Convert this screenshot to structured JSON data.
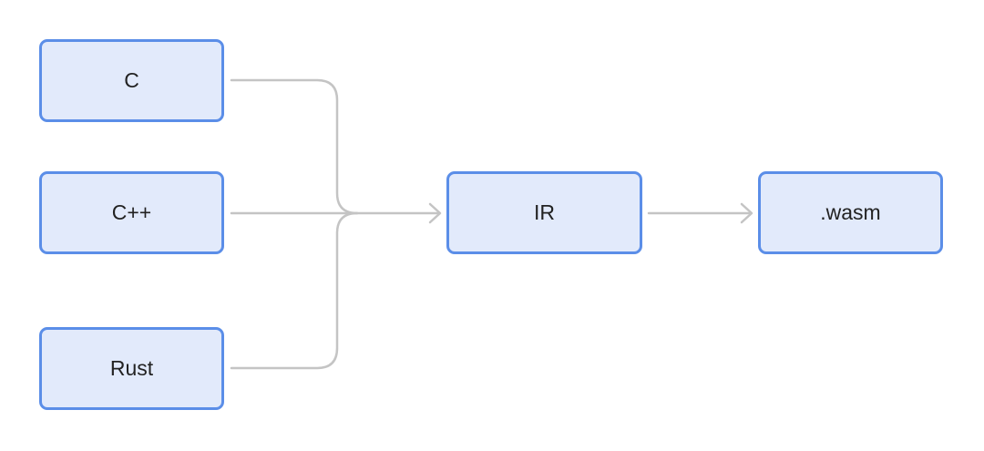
{
  "nodes": {
    "c": "C",
    "cpp": "C++",
    "rust": "Rust",
    "ir": "IR",
    "wasm": ".wasm"
  },
  "colors": {
    "node_fill": "#e2eafb",
    "node_border": "#5b8ee8",
    "edge": "#c4c4c4",
    "text": "#222222"
  }
}
